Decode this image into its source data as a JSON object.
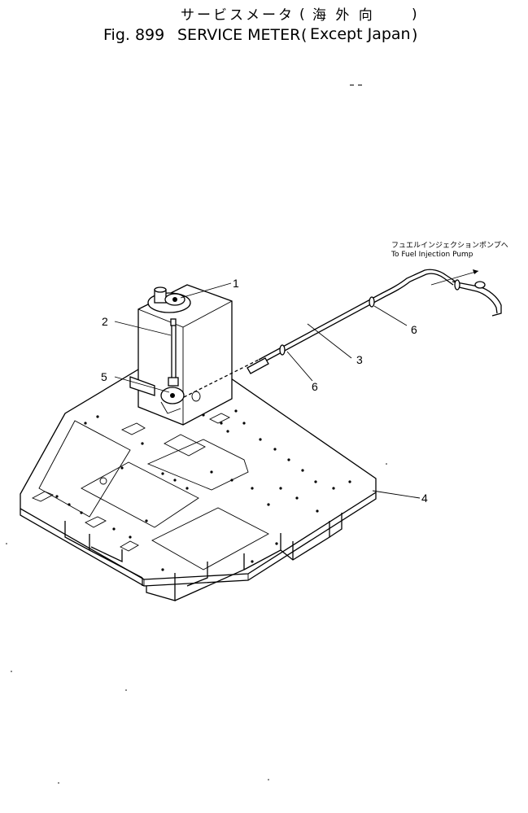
{
  "title": {
    "jp_main": "サービスメータ",
    "jp_region": "海 外 向",
    "fig_no": "Fig. 899",
    "name": "SERVICE METER",
    "region": "Except Japan"
  },
  "note": {
    "jp": "フュエルインジェクションポンプへ",
    "en": "To Fuel Injection Pump"
  },
  "callouts": [
    {
      "id": "1",
      "part": "service meter"
    },
    {
      "id": "2",
      "part": "cable"
    },
    {
      "id": "3",
      "part": "cable"
    },
    {
      "id": "4",
      "part": "floor plate"
    },
    {
      "id": "5",
      "part": "bracket"
    },
    {
      "id": "6",
      "part": "clip"
    },
    {
      "id": "6",
      "part": "clip"
    }
  ]
}
